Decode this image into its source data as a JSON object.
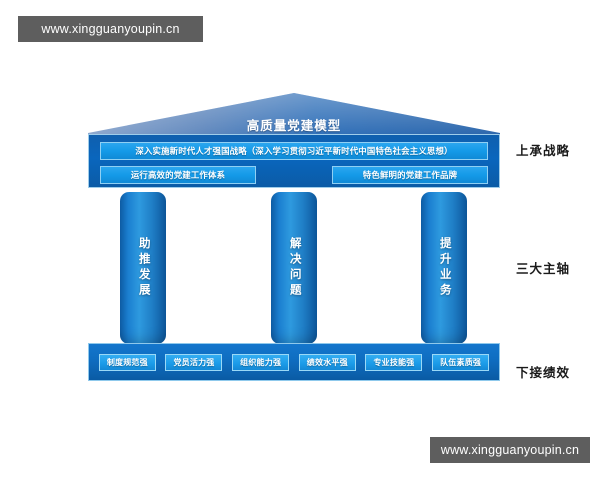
{
  "watermarks": {
    "top": "www.xingguanyoupin.cn",
    "bottom": "www.xingguanyoupin.cn"
  },
  "diagram": {
    "title": "高质量党建模型",
    "strategy": {
      "main_banner": "深入实施新时代人才强国战略（深入学习贯彻习近平新时代中国特色社会主义思想）",
      "sub_banners": [
        "运行高效的党建工作体系",
        "特色鲜明的党建工作品牌"
      ]
    },
    "pillars": [
      {
        "label": "助推发展"
      },
      {
        "label": "解决问题"
      },
      {
        "label": "提升业务"
      }
    ],
    "performance_chips": [
      "制度规范强",
      "党员活力强",
      "组织能力强",
      "绩效水平强",
      "专业技能强",
      "队伍素质强"
    ],
    "tier_labels": {
      "top": "上承战略",
      "middle": "三大主轴",
      "bottom": "下接绩效"
    }
  },
  "colors": {
    "pediment_light": "#6f93c6",
    "pediment_dark": "#2c6cb5",
    "entablature": "#0a66bd",
    "banner": "#149ae8",
    "pillar": "#2e9adf",
    "base": "#0f6ec2",
    "chip": "#1c9ce9",
    "watermark_bg": "#5e5e5e",
    "text_dark": "#1a1a1a",
    "background": "#ffffff"
  }
}
